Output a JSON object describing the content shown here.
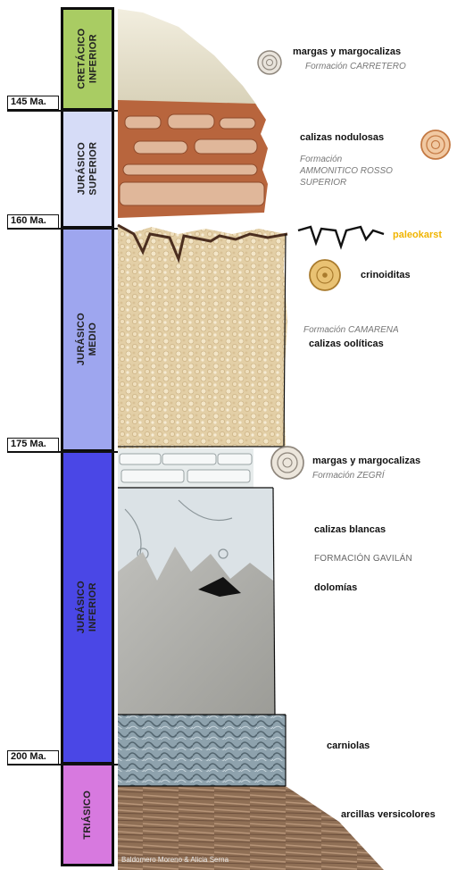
{
  "periods": [
    {
      "name_line1": "CRETÁCICO",
      "name_line2": "INFERIOR",
      "color": "#a9cc63"
    },
    {
      "name_line1": "JURÁSICO",
      "name_line2": "SUPERIOR",
      "color": "#d6dcf7"
    },
    {
      "name_line1": "JURÁSICO",
      "name_line2": "MEDIO",
      "color": "#9ea6ef"
    },
    {
      "name_line1": "JURÁSICO",
      "name_line2": "INFERIOR",
      "color": "#4a47e6"
    },
    {
      "name_line1": "TRIÁSICO",
      "name_line2": "",
      "color": "#d779df"
    }
  ],
  "ages": [
    "145 Ma.",
    "160 Ma.",
    "175 Ma.",
    "200 Ma."
  ],
  "labels": {
    "margas_top": "margas y margocalizas",
    "carretero": "Formación CARRETERO",
    "nodulosas": "calizas nodulosas",
    "ammonitico_1": "Formación",
    "ammonitico_2": "AMMONITICO ROSSO",
    "ammonitico_3": "SUPERIOR",
    "paleokarst": "paleokarst",
    "crinoiditas": "crinoiditas",
    "camarena": "Formación CAMARENA",
    "oolíticas": "calizas oolíticas",
    "margas_mid": "margas y margocalizas",
    "zegri": "Formación ZEGRÍ",
    "blancas": "calizas blancas",
    "gavilan": "FORMACIÓN GAVILÁN",
    "dolomias": "dolomías",
    "carniolas": "carniolas",
    "arcillas": "arcillas versicolores"
  },
  "credit": "Baldomero Moreno & Alicia Serna",
  "colors": {
    "paleokarst": "#f0b400",
    "outline": "#0d0d0d"
  }
}
